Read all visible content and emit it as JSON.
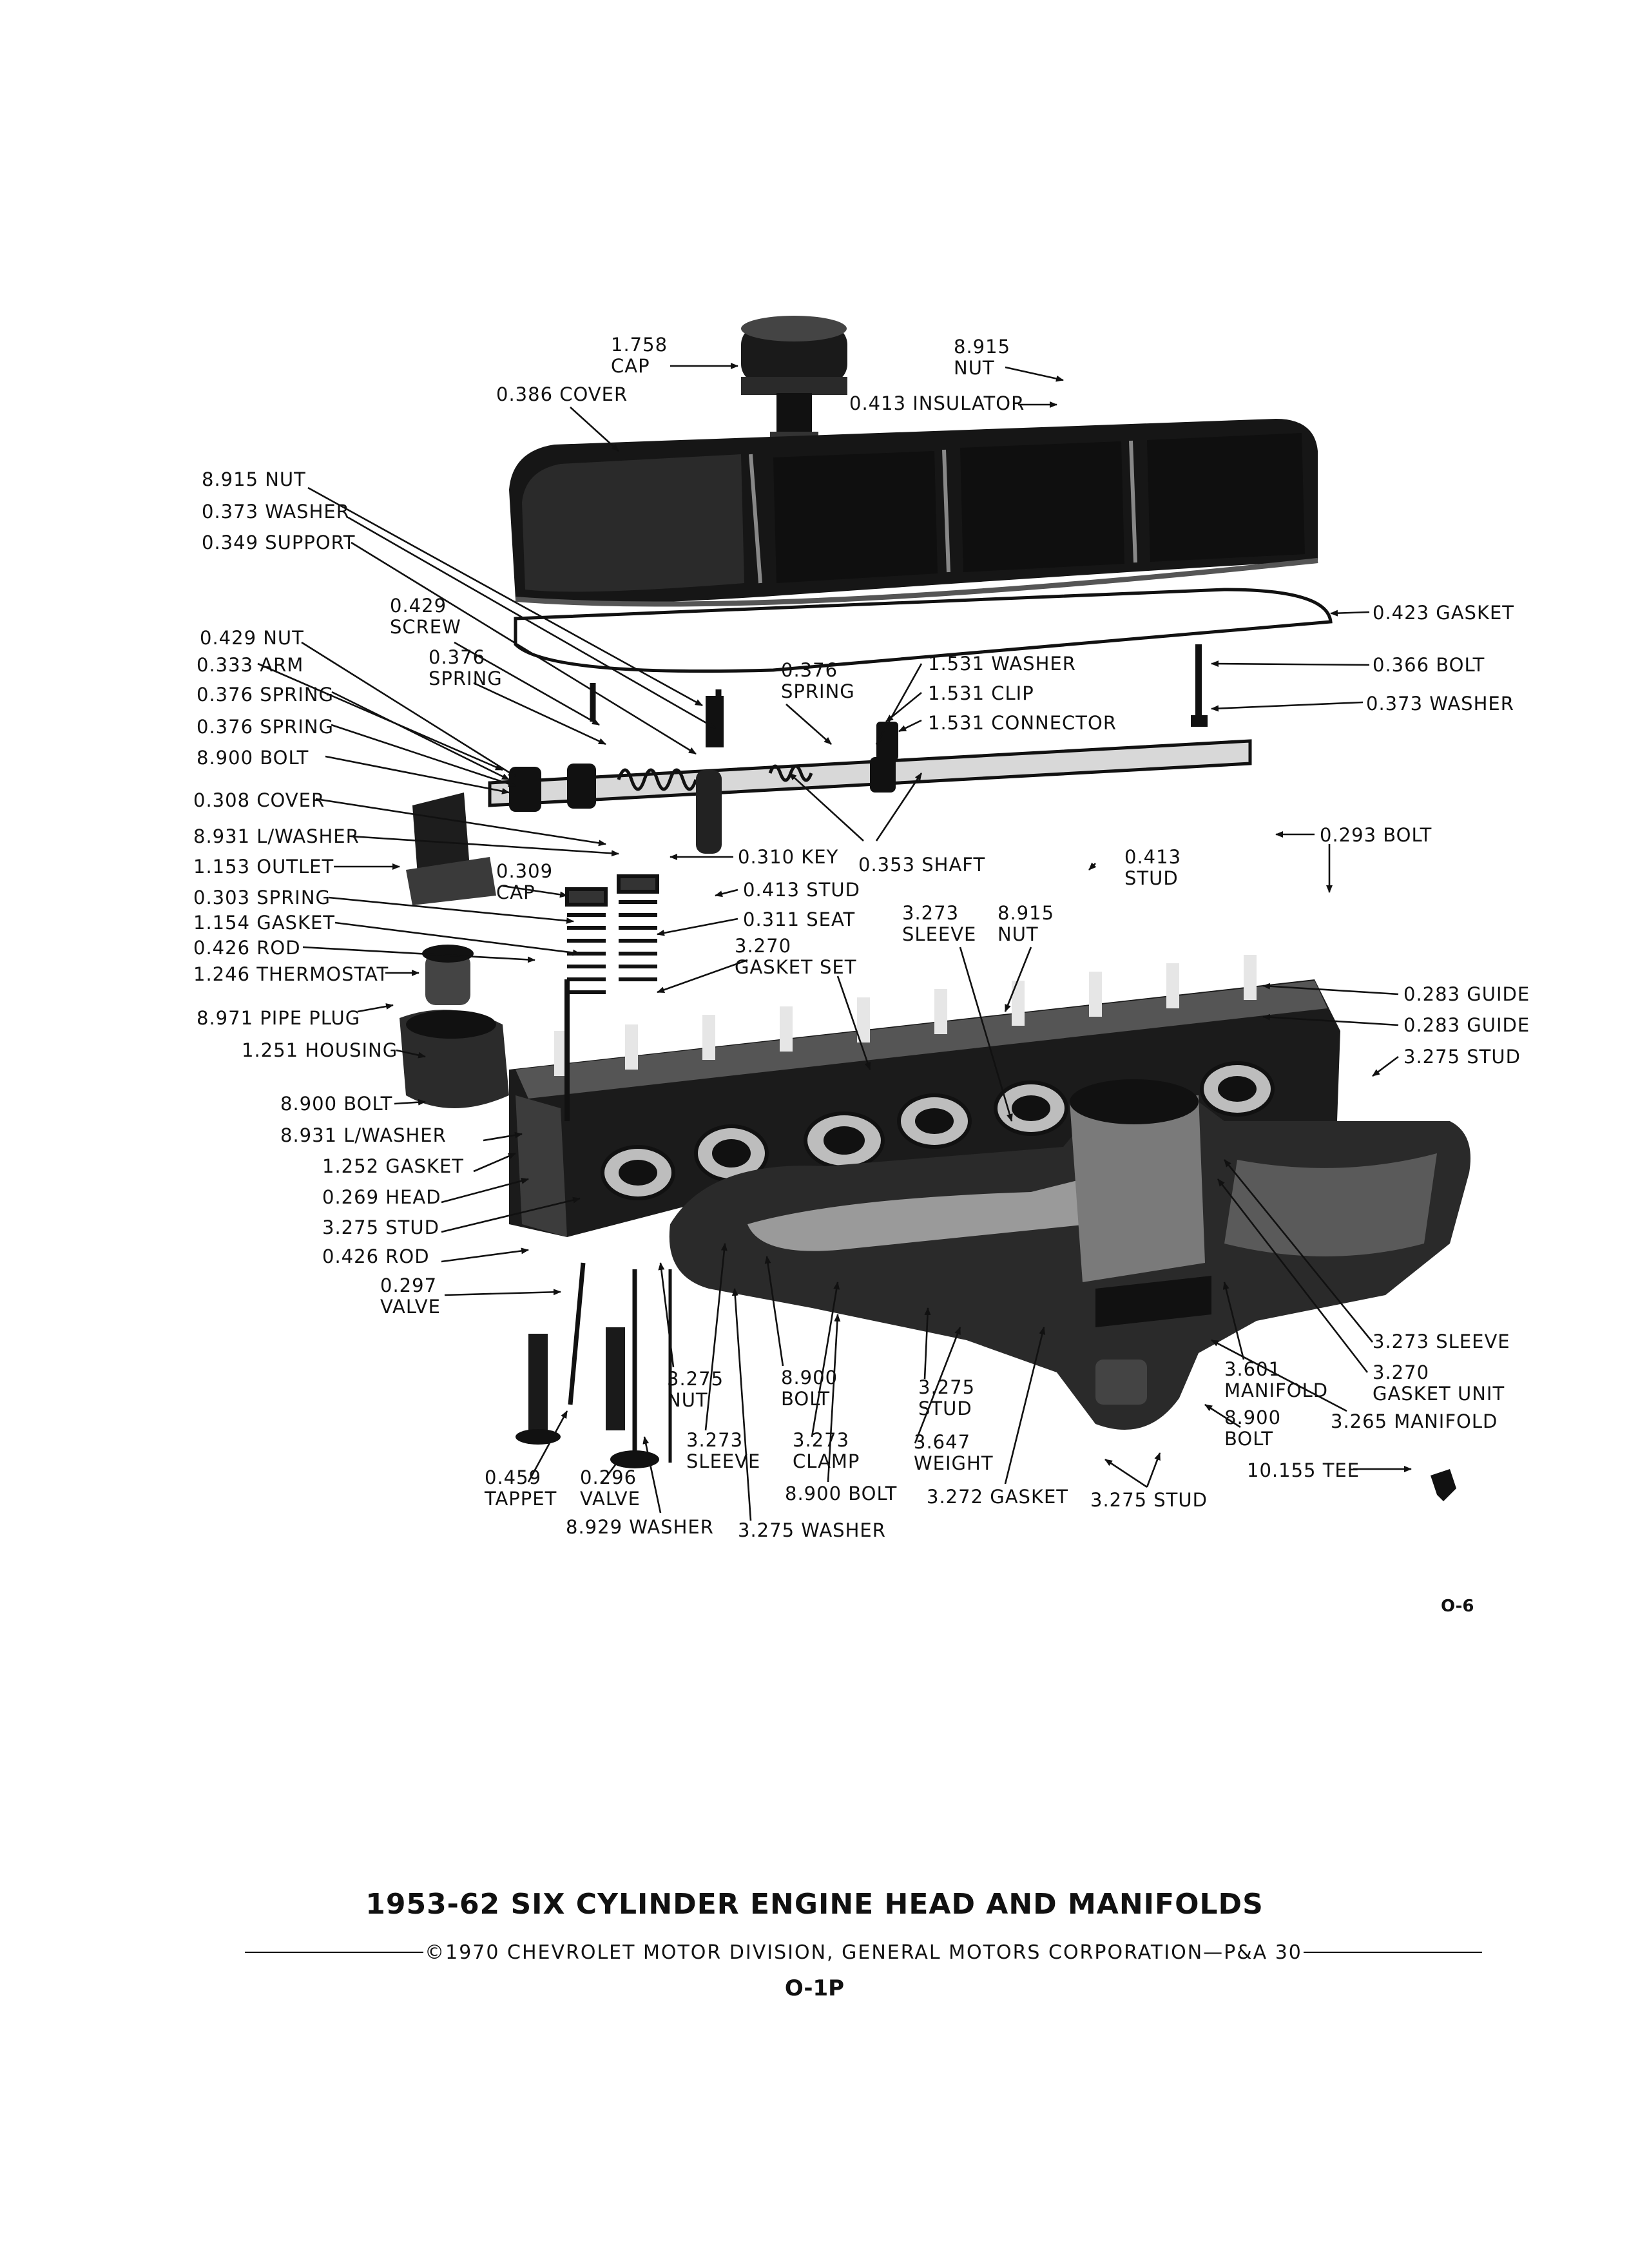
{
  "page": {
    "title": "1953-62 SIX CYLINDER ENGINE HEAD AND MANIFOLDS",
    "copyright": "©1970 CHEVROLET MOTOR DIVISION, GENERAL MOTORS CORPORATION—P&A 30",
    "page_code": "O-1P",
    "figure_ref": "O-6"
  },
  "callouts": [
    {
      "lines": [
        "1.758",
        "CAP"
      ]
    },
    {
      "lines": [
        "0.386 COVER"
      ]
    },
    {
      "lines": [
        "8.915",
        "NUT"
      ]
    },
    {
      "lines": [
        "0.413 INSULATOR"
      ]
    },
    {
      "lines": [
        "8.915 NUT"
      ]
    },
    {
      "lines": [
        "0.373 WASHER"
      ]
    },
    {
      "lines": [
        "0.349 SUPPORT"
      ]
    },
    {
      "lines": [
        "0.429",
        "SCREW"
      ]
    },
    {
      "lines": [
        "0.429 NUT"
      ]
    },
    {
      "lines": [
        "0.333 ARM"
      ]
    },
    {
      "lines": [
        "0.376",
        "SPRING"
      ]
    },
    {
      "lines": [
        "0.376 SPRING"
      ]
    },
    {
      "lines": [
        "0.376 SPRING"
      ]
    },
    {
      "lines": [
        "8.900 BOLT"
      ]
    },
    {
      "lines": [
        "0.376",
        "SPRING"
      ]
    },
    {
      "lines": [
        "1.531 WASHER"
      ]
    },
    {
      "lines": [
        "1.531 CLIP"
      ]
    },
    {
      "lines": [
        "1.531 CONNECTOR"
      ]
    },
    {
      "lines": [
        "0.423 GASKET"
      ]
    },
    {
      "lines": [
        "0.366 BOLT"
      ]
    },
    {
      "lines": [
        "0.373 WASHER"
      ]
    },
    {
      "lines": [
        "0.308 COVER"
      ]
    },
    {
      "lines": [
        "8.931 L/WASHER"
      ]
    },
    {
      "lines": [
        "1.153 OUTLET"
      ]
    },
    {
      "lines": [
        "0.303 SPRING"
      ]
    },
    {
      "lines": [
        "1.154 GASKET"
      ]
    },
    {
      "lines": [
        "0.426 ROD"
      ]
    },
    {
      "lines": [
        "1.246 THERMOSTAT"
      ]
    },
    {
      "lines": [
        "0.309",
        "CAP"
      ]
    },
    {
      "lines": [
        "0.310 KEY"
      ]
    },
    {
      "lines": [
        "0.353 SHAFT"
      ]
    },
    {
      "lines": [
        "0.413 STUD"
      ]
    },
    {
      "lines": [
        "0.311 SEAT"
      ]
    },
    {
      "lines": [
        "3.270",
        "GASKET SET"
      ]
    },
    {
      "lines": [
        "3.273",
        "SLEEVE"
      ]
    },
    {
      "lines": [
        "8.915",
        "NUT"
      ]
    },
    {
      "lines": [
        "0.413",
        "STUD"
      ]
    },
    {
      "lines": [
        "0.293 BOLT"
      ]
    },
    {
      "lines": [
        "8.971 PIPE PLUG"
      ]
    },
    {
      "lines": [
        "1.251 HOUSING"
      ]
    },
    {
      "lines": [
        "0.283 GUIDE"
      ]
    },
    {
      "lines": [
        "0.283 GUIDE"
      ]
    },
    {
      "lines": [
        "3.275 STUD"
      ]
    },
    {
      "lines": [
        "8.900 BOLT"
      ]
    },
    {
      "lines": [
        "8.931 L/WASHER"
      ]
    },
    {
      "lines": [
        "1.252 GASKET"
      ]
    },
    {
      "lines": [
        "0.269 HEAD"
      ]
    },
    {
      "lines": [
        "3.275 STUD"
      ]
    },
    {
      "lines": [
        "0.426 ROD"
      ]
    },
    {
      "lines": [
        "0.297",
        "VALVE"
      ]
    },
    {
      "lines": [
        "3.275",
        "NUT"
      ]
    },
    {
      "lines": [
        "8.900",
        "BOLT"
      ]
    },
    {
      "lines": [
        "3.275",
        "STUD"
      ]
    },
    {
      "lines": [
        "3.273",
        "SLEEVE"
      ]
    },
    {
      "lines": [
        "3.273",
        "CLAMP"
      ]
    },
    {
      "lines": [
        "3.647",
        "WEIGHT"
      ]
    },
    {
      "lines": [
        "0.459",
        "TAPPET"
      ]
    },
    {
      "lines": [
        "0.296",
        "VALVE"
      ]
    },
    {
      "lines": [
        "8.900 BOLT"
      ]
    },
    {
      "lines": [
        "3.272 GASKET"
      ]
    },
    {
      "lines": [
        "3.275 STUD"
      ]
    },
    {
      "lines": [
        "8.929 WASHER"
      ]
    },
    {
      "lines": [
        "3.275 WASHER"
      ]
    },
    {
      "lines": [
        "3.601",
        "MANIFOLD"
      ]
    },
    {
      "lines": [
        "8.900",
        "BOLT"
      ]
    },
    {
      "lines": [
        "3.273 SLEEVE"
      ]
    },
    {
      "lines": [
        "3.270",
        "GASKET UNIT"
      ]
    },
    {
      "lines": [
        "3.265 MANIFOLD"
      ]
    },
    {
      "lines": [
        "10.155 TEE"
      ]
    }
  ]
}
